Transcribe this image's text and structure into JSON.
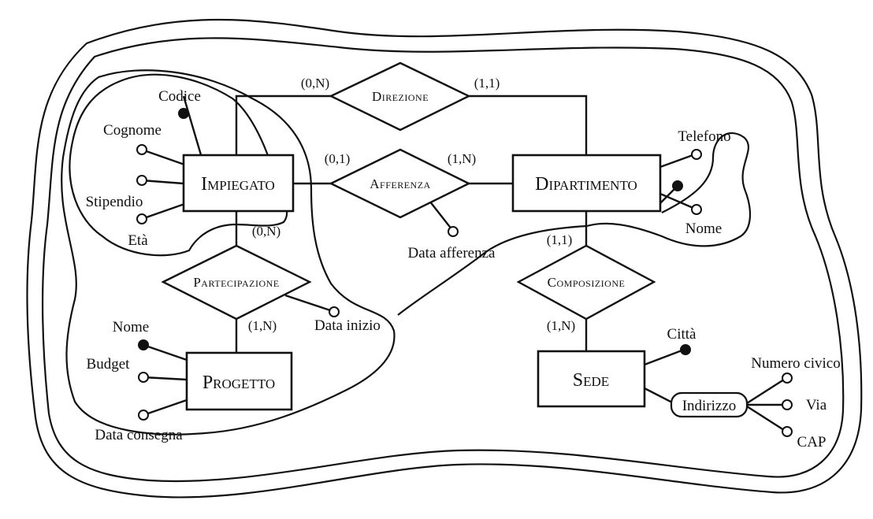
{
  "entities": {
    "impiegato": "Impiegato",
    "dipartimento": "Dipartimento",
    "progetto": "Progetto",
    "sede": "Sede"
  },
  "relationships": {
    "direzione": "Direzione",
    "afferenza": "Afferenza",
    "partecipazione": "Partecipazione",
    "composizione": "Composizione"
  },
  "attributes": {
    "codice": "Codice",
    "cognome": "Cognome",
    "stipendio": "Stipendio",
    "eta": "Età",
    "telefono": "Telefono",
    "nome_dip": "Nome",
    "data_afferenza": "Data afferenza",
    "data_inizio": "Data inizio",
    "nome_prog": "Nome",
    "budget": "Budget",
    "data_consegna": "Data consegna",
    "citta": "Città",
    "indirizzo": "Indirizzo",
    "numero_civico": "Numero civico",
    "via": "Via",
    "cap": "CAP"
  },
  "cardinalities": {
    "imp_direzione": "(0,N)",
    "dip_direzione": "(1,1)",
    "imp_afferenza": "(0,1)",
    "dip_afferenza": "(1,N)",
    "imp_partecipazione": "(0,N)",
    "prog_partecipazione": "(1,N)",
    "dip_composizione": "(1,1)",
    "sede_composizione": "(1,N)"
  }
}
